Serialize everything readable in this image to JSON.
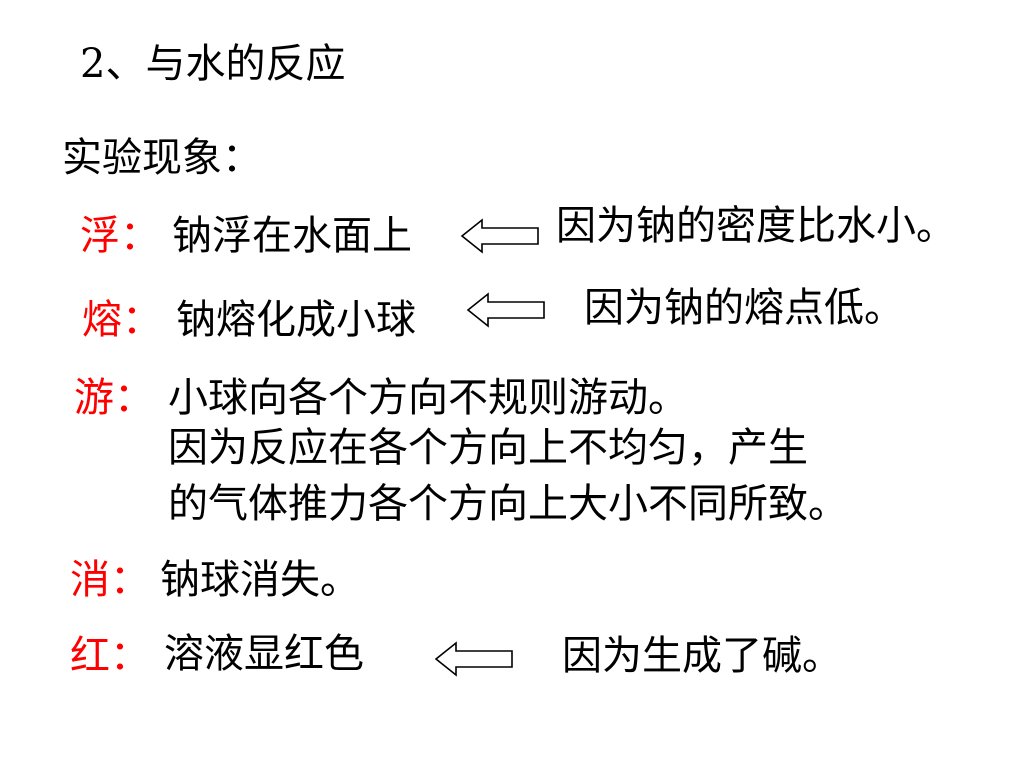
{
  "title": "2、与水的反应",
  "heading": "实验现象：",
  "colors": {
    "label": "#ff0000",
    "text": "#000000"
  },
  "rows": [
    {
      "label": "浮：",
      "text": "钠浮在水面上",
      "reason": "因为钠的密度比水小。",
      "arrow_icon": "left-arrow-icon"
    },
    {
      "label": "熔：",
      "text": "钠熔化成小球",
      "reason": "因为钠的熔点低。",
      "arrow_icon": "left-arrow-icon"
    },
    {
      "label": "游：",
      "lines": [
        "小球向各个方向不规则游动。",
        "因为反应在各个方向上不均匀，产生",
        "的气体推力各个方向上大小不同所致。"
      ]
    },
    {
      "label": "消：",
      "text": "钠球消失。"
    },
    {
      "label": "红：",
      "text": "溶液显红色",
      "reason": "因为生成了碱。",
      "arrow_icon": "left-arrow-icon"
    }
  ]
}
